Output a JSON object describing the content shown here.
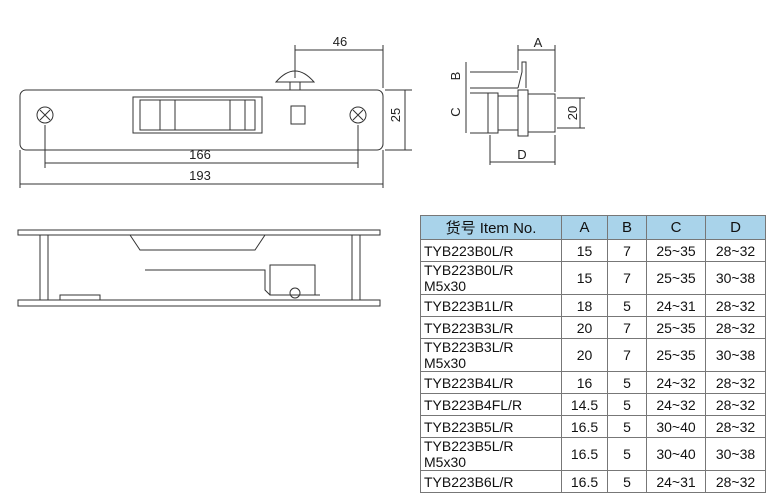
{
  "drawing": {
    "top_view_dims": {
      "handle_offset": "46",
      "height": "25",
      "hole_spacing": "166",
      "length": "193"
    },
    "side_view_dims": {
      "a": "A",
      "b": "B",
      "c": "C",
      "height": "20",
      "d": "D"
    }
  },
  "table": {
    "headers": [
      "货号 Item No.",
      "A",
      "B",
      "C",
      "D"
    ],
    "rows": [
      [
        "TYB223B0L/R",
        "15",
        "7",
        "25~35",
        "28~32"
      ],
      [
        "TYB223B0L/R M5x30",
        "15",
        "7",
        "25~35",
        "30~38"
      ],
      [
        "TYB223B1L/R",
        "18",
        "5",
        "24~31",
        "28~32"
      ],
      [
        "TYB223B3L/R",
        "20",
        "7",
        "25~35",
        "28~32"
      ],
      [
        "TYB223B3L/R M5x30",
        "20",
        "7",
        "25~35",
        "30~38"
      ],
      [
        "TYB223B4L/R",
        "16",
        "5",
        "24~32",
        "28~32"
      ],
      [
        "TYB223B4FL/R",
        "14.5",
        "5",
        "24~32",
        "28~32"
      ],
      [
        "TYB223B5L/R",
        "16.5",
        "5",
        "30~40",
        "28~32"
      ],
      [
        "TYB223B5L/R M5x30",
        "16.5",
        "5",
        "30~40",
        "30~38"
      ],
      [
        "TYB223B6L/R",
        "16.5",
        "5",
        "24~31",
        "28~32"
      ]
    ]
  },
  "colors": {
    "header_bg": "#a9d3ea",
    "line": "#333333"
  }
}
